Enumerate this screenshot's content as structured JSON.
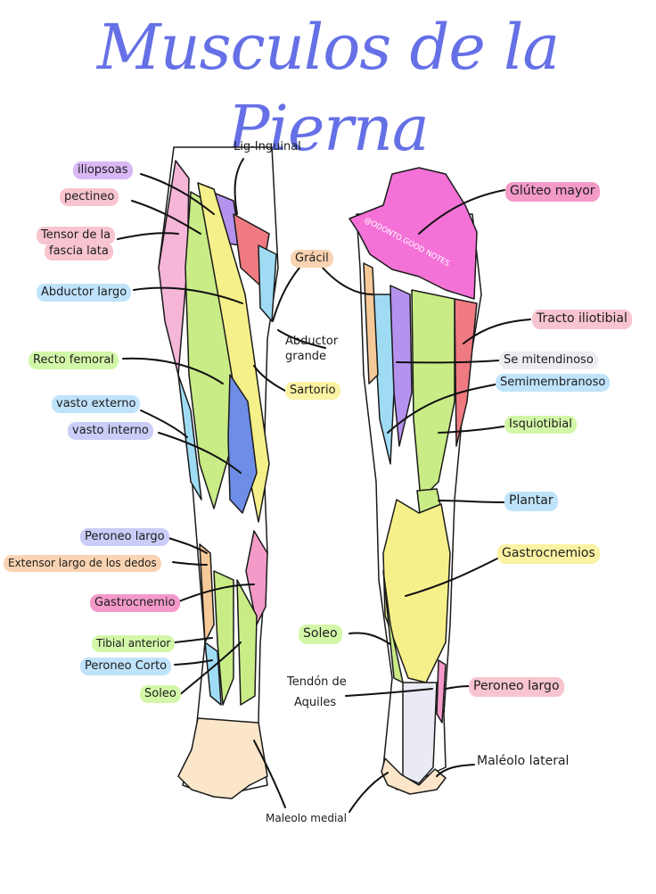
{
  "title": "Musculos de la Pierna",
  "watermark": "@ODONTO.GOOD NOTES",
  "labels": {
    "lig_inguinal": "Lig-Inguinal",
    "iliopsoas": "iliopsoas",
    "pectineo": "pectineo",
    "tensor_line1": "Tensor de la",
    "tensor_line2": "fascia lata",
    "abductor_largo": "Abductor largo",
    "gracil": "Grácil",
    "abductor_grande_line1": "Abductor",
    "abductor_grande_line2": "grande",
    "recto_femoral": "Recto femoral",
    "sartorio": "Sartorio",
    "vasto_externo": "vasto externo",
    "vasto_interno": "vasto interno",
    "peroneo_largo_front": "Peroneo largo",
    "extensor_largo": "Extensor largo de los dedos",
    "gastrocnemio_front": "Gastrocnemio",
    "tibial_anterior": "Tibial anterior",
    "peroneo_corto": "Peroneo Corto",
    "soleo_front": "Soleo",
    "maleolo_medial": "Maleolo medial",
    "gluteo_mayor": "Glúteo mayor",
    "tracto_iliotibial": "Tracto iliotibial",
    "semitendinoso": "Se mitendinoso",
    "semimembranoso": "Semimembranoso",
    "isquiotibial": "Isquiotibial",
    "plantar": "Plantar",
    "gastrocnemios_back": "Gastrocnemios",
    "soleo_back": "Soleo",
    "tendon_line1": "Tendón de",
    "tendon_line2": "Aquiles",
    "peroneo_largo_back": "Peroneo largo",
    "maleolo_lateral": "Maléolo lateral"
  },
  "colors": {
    "title": "#6670e6",
    "highlight_purple": "#d9b8f5",
    "highlight_pink": "#f7c4cf",
    "highlight_blue": "#bfe3fb",
    "highlight_green": "#d3f7a8",
    "highlight_yellow": "#fbf3a3",
    "highlight_orange": "#f9d3b2",
    "highlight_lilac": "#c9cdf7",
    "highlight_gray": "#ececf1",
    "muscle_green": "#c9ec86",
    "muscle_yellow": "#f6f08a",
    "muscle_blue": "#6d8de6",
    "muscle_pink": "#f39ac9",
    "muscle_magenta": "#f472d8",
    "muscle_red": "#f07a82",
    "muscle_cyan": "#9fdcf4",
    "muscle_purple": "#b592ee",
    "muscle_orange": "#f6c999",
    "skin": "#fbe6c9"
  }
}
